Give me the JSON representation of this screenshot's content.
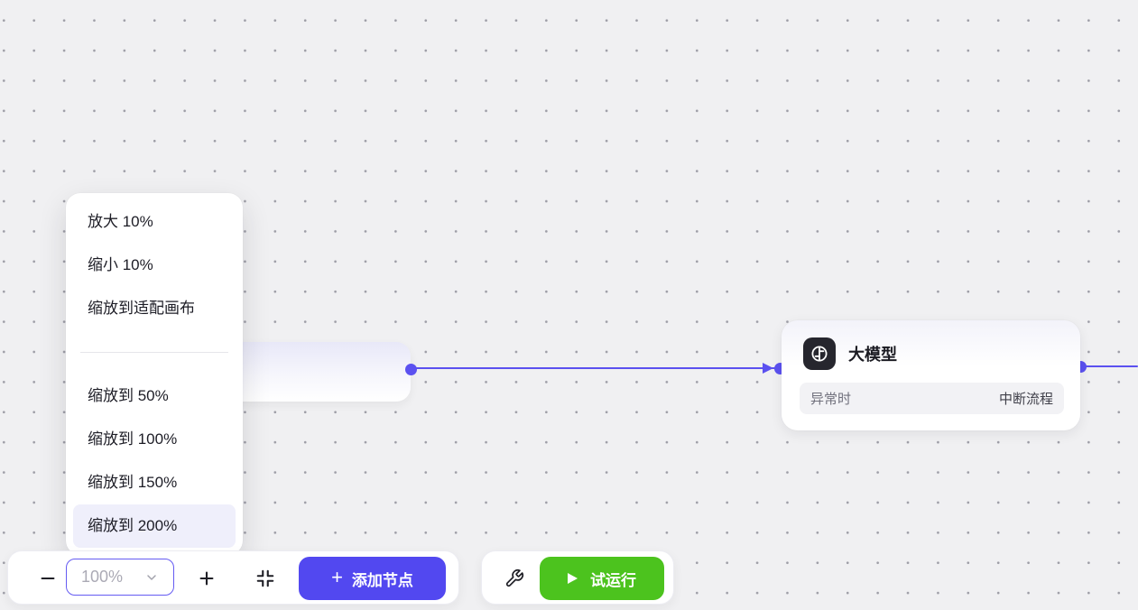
{
  "canvas": {
    "background": "#f0f0f2",
    "dot_color": "#9d9da6"
  },
  "zoom_menu": {
    "items": [
      {
        "label": "放大 10%",
        "highlighted": false
      },
      {
        "label": "缩小 10%",
        "highlighted": false
      },
      {
        "label": "缩放到适配画布",
        "highlighted": false
      },
      {
        "label": "缩放到 50%",
        "highlighted": false
      },
      {
        "label": "缩放到 100%",
        "highlighted": false
      },
      {
        "label": "缩放到 150%",
        "highlighted": false
      },
      {
        "label": "缩放到 200%",
        "highlighted": true
      }
    ]
  },
  "nodes": {
    "llm": {
      "title": "大模型",
      "exception_label": "异常时",
      "exception_action": "中断流程"
    }
  },
  "bottom_toolbar": {
    "zoom_placeholder": "100%",
    "add_node_label": "添加节点",
    "test_run_label": "试运行"
  },
  "icons": {
    "minus_icon": "−",
    "plus_icon": "+",
    "add_plus_icon": "+",
    "fit_view_icon": "corners-inward",
    "wrench_icon": "wrench",
    "play_icon": "▶",
    "chevron_down_icon": "v",
    "model_icon": "llm-circle"
  },
  "colors": {
    "accent_purple": "#5248f0",
    "edge_purple": "#5b51f0",
    "run_green": "#4cc31e",
    "menu_highlight": "#efeffb",
    "node_icon_bg": "#26262e",
    "canvas_bg": "#f0f0f2",
    "grid_dot": "#9d9da6",
    "input_border": "#655bf2"
  }
}
